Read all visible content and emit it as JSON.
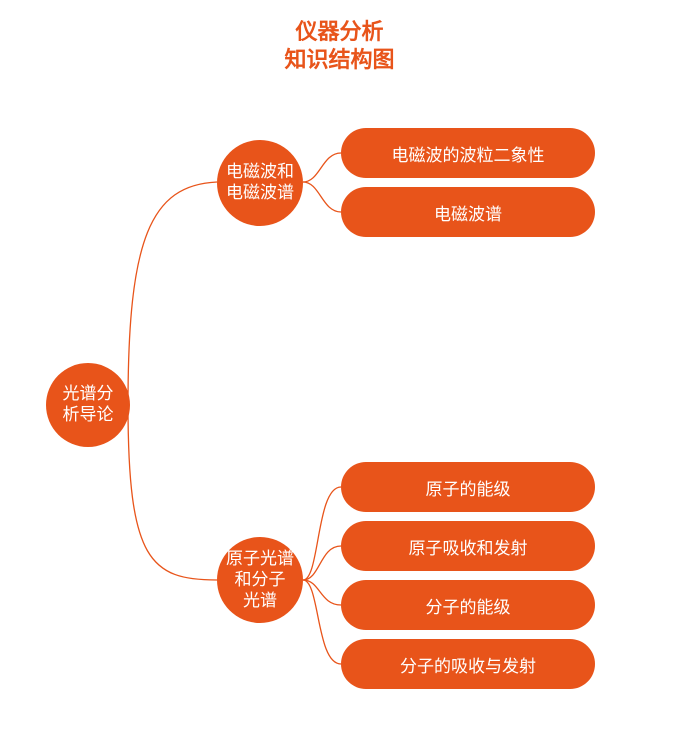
{
  "title": {
    "line1": "仪器分析",
    "line2": "知识结构图"
  },
  "root": {
    "line1": "光谱分",
    "line2": "析导论"
  },
  "branches": [
    {
      "label_lines": [
        "电磁波和",
        "电磁波谱"
      ],
      "leaves": [
        "电磁波的波粒二象性",
        "电磁波谱"
      ]
    },
    {
      "label_lines": [
        "原子光谱",
        "和分子",
        "光谱"
      ],
      "leaves": [
        "原子的能级",
        "原子吸收和发射",
        "分子的能级",
        "分子的吸收与发射"
      ]
    }
  ],
  "colors": {
    "accent": "#e8541a",
    "node_text": "#ffffff",
    "background": "#ffffff"
  }
}
